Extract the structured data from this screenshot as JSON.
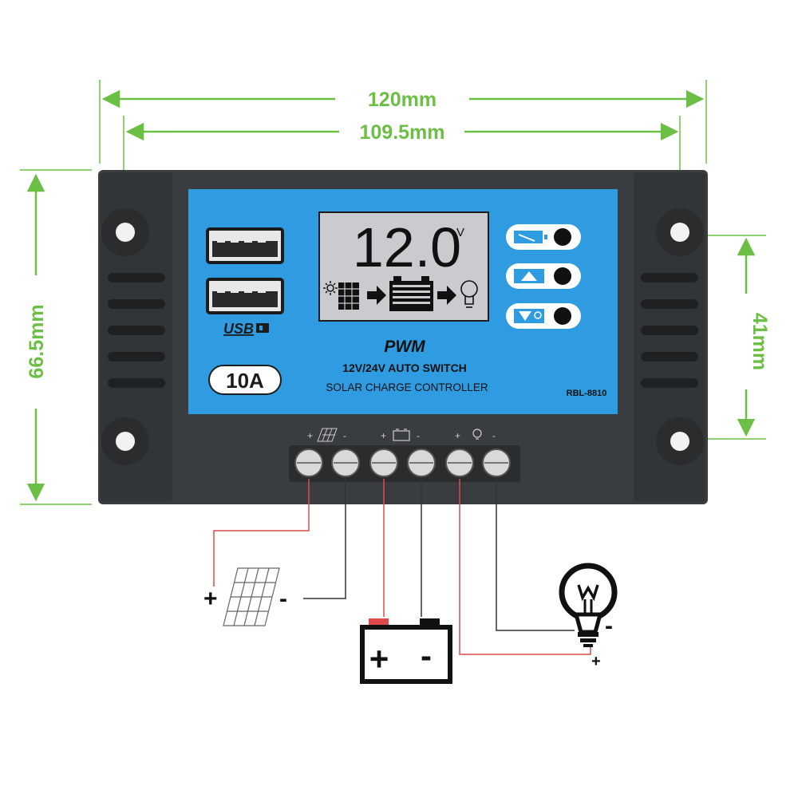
{
  "dimensions": {
    "width_total": "120mm",
    "width_holes": "109.5mm",
    "height_total": "66.5mm",
    "height_holes": "41mm"
  },
  "lcd": {
    "voltage": "12.0",
    "unit": "V"
  },
  "labels": {
    "usb": "USB",
    "current": "10A",
    "pwm": "PWM",
    "auto_switch": "12V/24V AUTO SWITCH",
    "product": "SOLAR CHARGE CONTROLLER",
    "model": "RBL-8810"
  },
  "terminal_polarity": [
    "+",
    "-",
    "+",
    "-",
    "+",
    "-"
  ],
  "wiring": {
    "solar_plus": "+",
    "solar_minus": "-",
    "battery_plus": "+",
    "battery_minus": "-",
    "load_minus": "-",
    "load_plus": "+"
  },
  "colors": {
    "dimension": "#6cbf45",
    "body": "#3a3d40",
    "panel": "#2f9be0",
    "lcd": "#c9cbce",
    "wire_positive": "#e04a4a",
    "wire_negative": "#333333"
  }
}
